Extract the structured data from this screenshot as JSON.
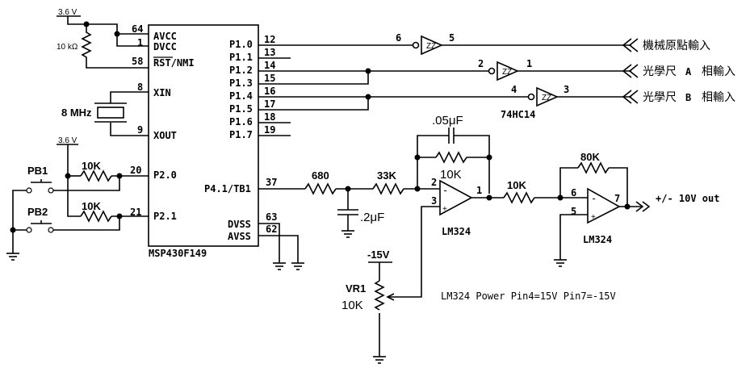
{
  "mcu": {
    "name": "MSP430F149",
    "pins": {
      "avcc": "AVCC",
      "dvcc": "DVCC",
      "rst": "RST/NMI",
      "xin": "XIN",
      "xout": "XOUT",
      "p20": "P2.0",
      "p21": "P2.1",
      "p41": "P4.1/TB1",
      "dvss": "DVSS",
      "avss": "AVSS",
      "p10": "P1.0",
      "p11": "P1.1",
      "p12": "P1.2",
      "p13": "P1.3",
      "p14": "P1.4",
      "p15": "P1.5",
      "p16": "P1.6",
      "p17": "P1.7"
    },
    "pin_numbers": {
      "avcc": "64",
      "dvcc": "1",
      "rst": "58",
      "xin": "8",
      "xout": "9",
      "p20": "20",
      "p21": "21",
      "p10": "12",
      "p11": "13",
      "p12": "14",
      "p13": "15",
      "p14": "16",
      "p15": "17",
      "p16": "18",
      "p17": "19",
      "p41": "37",
      "dvss": "63",
      "avss": "62"
    }
  },
  "power": {
    "top": "3.6 V",
    "mid": "3.6 V",
    "neg": "-15V"
  },
  "components": {
    "pullup": "10 kΩ",
    "crystal": "8 MHz",
    "r_pb1": "10K",
    "r_pb2": "10K",
    "pb1": "PB1",
    "pb2": "PB2",
    "r_filter1": "680",
    "r_filter2": "33K",
    "c_filter": ".2μF",
    "c_feedback": ".05μF",
    "r_feedback1": "10K",
    "r_link": "10K",
    "r_feedback2": "80K",
    "opamp1": "LM324",
    "opamp2": "LM324",
    "vr1": "VR1",
    "vr1_value": "10K",
    "inverter_chip": "74HC14",
    "opamp_pins": {
      "u1_inv": "2",
      "u1_non": "3",
      "u1_out": "1",
      "u2_inv": "6",
      "u2_non": "5",
      "u2_out": "7"
    },
    "inverter_pins": {
      "a_in": "5",
      "a_out": "6",
      "b_in": "1",
      "b_out": "2",
      "c_in": "3",
      "c_out": "4"
    }
  },
  "signals": {
    "origin": "機械原點輸入",
    "phase_a_1": "光學尺",
    "phase_a_2": "A",
    "phase_a_3": "相輸入",
    "phase_b_1": "光學尺",
    "phase_b_2": "B",
    "phase_b_3": "相輸入",
    "output": "+/-  10V out"
  },
  "notes": {
    "power_note": "LM324 Power Pin4=15V Pin7=-15V"
  }
}
